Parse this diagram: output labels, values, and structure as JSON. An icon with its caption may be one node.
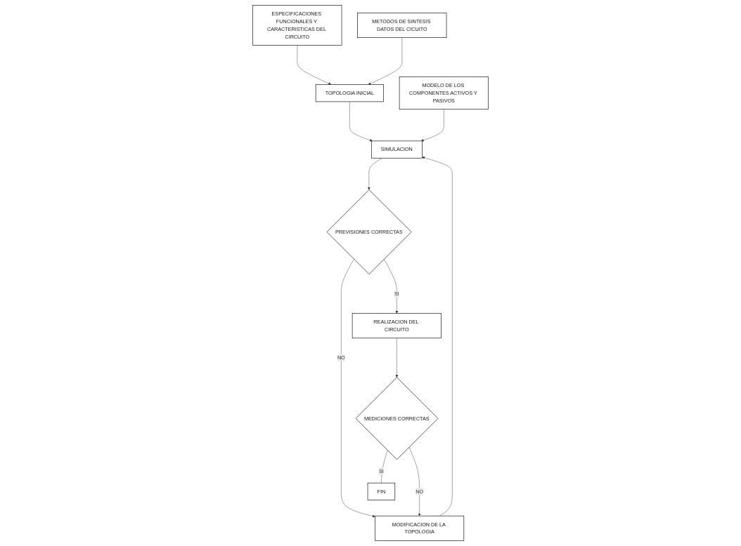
{
  "diagram": {
    "nodes": [
      {
        "text": [
          "ESPECIFICACIONES FUNCIONALES Y CARACTERISTICAS DEL CIRCUITO"
        ]
      },
      {
        "text": [
          "METODOS DE SINTESIS DATOS DEL CICUITO"
        ]
      },
      {
        "text": [
          "TOPOLOGIA INICIAL"
        ]
      },
      {
        "text": [
          "MODELO DE LOS COMPONENTES ACTIVOS Y PASIVOS"
        ]
      },
      {
        "text": [
          "SIMULACION"
        ]
      },
      {
        "text": [
          "PREVISIONES CORRECTAS"
        ]
      },
      {
        "text": [
          "MODIFICACION DE LA TOPOLOGIA"
        ]
      },
      {
        "text": [
          "REALIZACION DEL CIRCUITO"
        ]
      },
      {
        "text": [
          "MEDICIONES CORRECTAS"
        ]
      },
      {
        "text": [
          "FIN"
        ]
      }
    ],
    "edges": [
      {
        "from": 0,
        "to": 2,
        "arrow": "to"
      },
      {
        "from": 1,
        "to": 2,
        "arrow": "to"
      },
      {
        "from": 2,
        "to": 4,
        "arrow": "to"
      },
      {
        "from": 3,
        "to": 4,
        "arrow": "to"
      },
      {
        "from": 4,
        "to": 5,
        "arrow": "to"
      },
      {
        "from": 5,
        "to": 6,
        "label": "NO",
        "arrow": "to"
      },
      {
        "from": 5,
        "to": 7,
        "label": "SI",
        "arrow": "to"
      },
      {
        "from": 6,
        "to": 4,
        "arrow": "to"
      },
      {
        "from": 7,
        "to": 8,
        "arrow": "to"
      },
      {
        "from": 8,
        "to": 9,
        "label": "SI",
        "arrow": "none"
      },
      {
        "from": 8,
        "to": 6,
        "label": "NO",
        "arrow": "to"
      }
    ]
  }
}
